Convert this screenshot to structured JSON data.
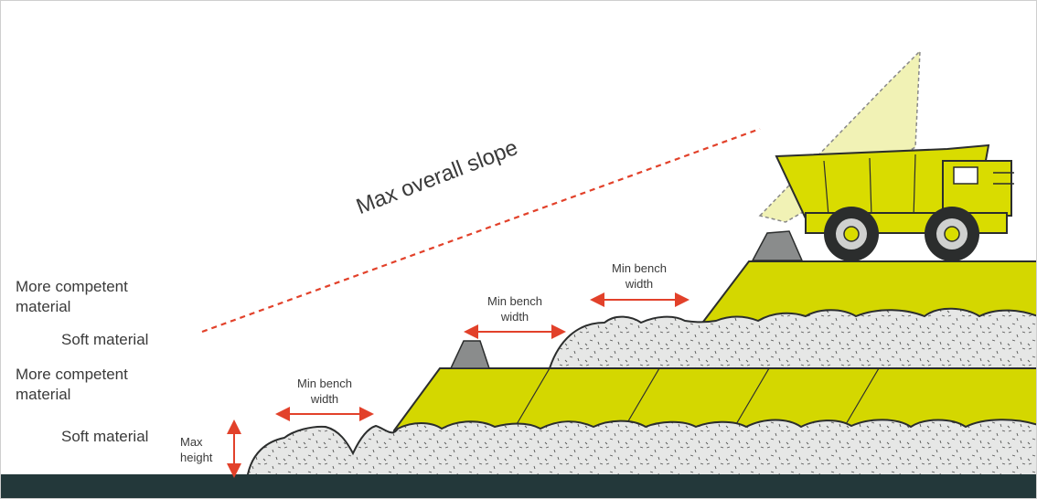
{
  "labels": {
    "competent_upper": "More competent material",
    "soft_upper": "Soft material",
    "competent_lower": "More competent material",
    "soft_lower": "Soft material",
    "max_height": "Max height",
    "bench_width_1": "Min bench width",
    "bench_width_2": "Min bench width",
    "bench_width_3": "Min bench width",
    "max_overall_slope": "Max overall slope"
  },
  "colors": {
    "competent_layer": "#d4d700",
    "soft_layer": "#e6e7e6",
    "ground": "#23383a",
    "dimension_arrow": "#e2412a",
    "slope_line": "#e2412a",
    "truck_body": "#d9dc00",
    "tyre": "#2b2d2d"
  },
  "icons": {
    "haul_truck": "dump-truck-icon",
    "rock_pile": "rock-cone-icon"
  }
}
